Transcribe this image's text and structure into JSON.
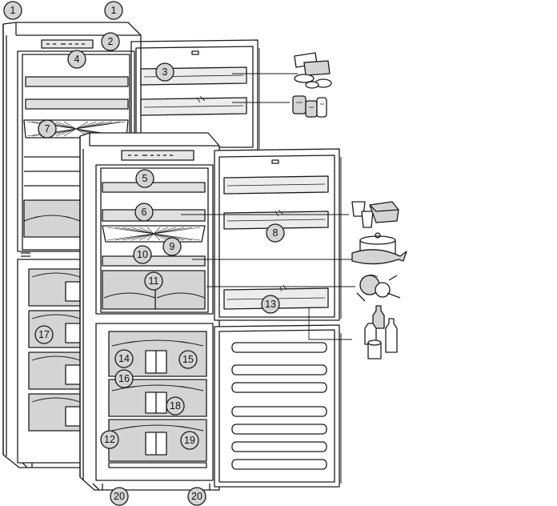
{
  "callouts": [
    {
      "id": "c1a",
      "label": "1"
    },
    {
      "id": "c1b",
      "label": "1"
    },
    {
      "id": "c2",
      "label": "2"
    },
    {
      "id": "c3",
      "label": "3"
    },
    {
      "id": "c4",
      "label": "4"
    },
    {
      "id": "c5",
      "label": "5"
    },
    {
      "id": "c6",
      "label": "6"
    },
    {
      "id": "c7",
      "label": "7"
    },
    {
      "id": "c8",
      "label": "8"
    },
    {
      "id": "c9",
      "label": "9"
    },
    {
      "id": "c10",
      "label": "10"
    },
    {
      "id": "c11",
      "label": "11"
    },
    {
      "id": "c12",
      "label": "12"
    },
    {
      "id": "c13",
      "label": "13"
    },
    {
      "id": "c14",
      "label": "14"
    },
    {
      "id": "c15",
      "label": "15"
    },
    {
      "id": "c16",
      "label": "16"
    },
    {
      "id": "c17",
      "label": "17"
    },
    {
      "id": "c18",
      "label": "18"
    },
    {
      "id": "c19",
      "label": "19"
    },
    {
      "id": "c20a",
      "label": "20"
    },
    {
      "id": "c20b",
      "label": "20"
    }
  ],
  "colors": {
    "stroke": "#1a1a1a",
    "shade": "#d4d4d4",
    "background": "#ffffff"
  }
}
